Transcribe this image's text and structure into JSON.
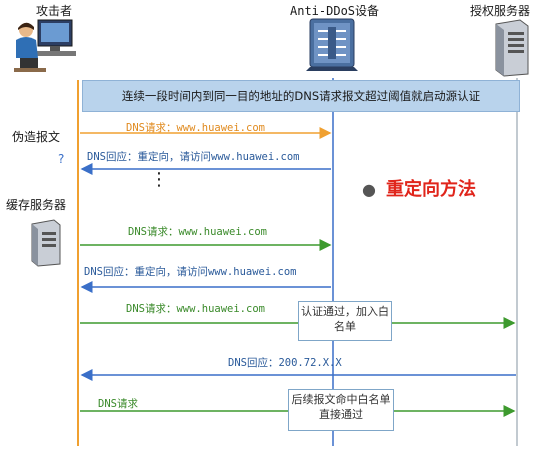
{
  "actors": {
    "attacker": "攻击者",
    "anti_ddos": "Anti-DDoS设备",
    "auth_server": "授权服务器"
  },
  "banner": "连续一段时间内到同一目的地址的DNS请求报文超过阈值就启动源认证",
  "left_labels": {
    "forged": "伪造报文",
    "question": "?",
    "cache_server": "缓存服务器",
    "dots": "⋮"
  },
  "method_title": "重定向方法",
  "messages": [
    {
      "text": "DNS请求：www.huawei.com",
      "color": "#e08a1e"
    },
    {
      "text": "DNS回应：重定向，请访问www.huawei.com",
      "color": "#2a5a9a"
    },
    {
      "text": "DNS请求：www.huawei.com",
      "color": "#3a8a2a"
    },
    {
      "text": "DNS回应：重定向，请访问www.huawei.com",
      "color": "#2a5a9a"
    },
    {
      "text": "DNS请求：www.huawei.com",
      "color": "#3a8a2a"
    },
    {
      "text": "DNS回应：200.72.X.X",
      "color": "#2a5a9a"
    },
    {
      "text": "DNS请求",
      "color": "#3a8a2a"
    }
  ],
  "boxes": {
    "auth_pass": "认证通过，加入白名单",
    "whitelist": "后续报文命中白名单直接通过"
  },
  "colors": {
    "accent_red": "#e0251b",
    "orange": "#f0a030",
    "green": "#3d9a2e",
    "blue": "#3a6fc8",
    "banner_bg": "#b9d3ec"
  }
}
